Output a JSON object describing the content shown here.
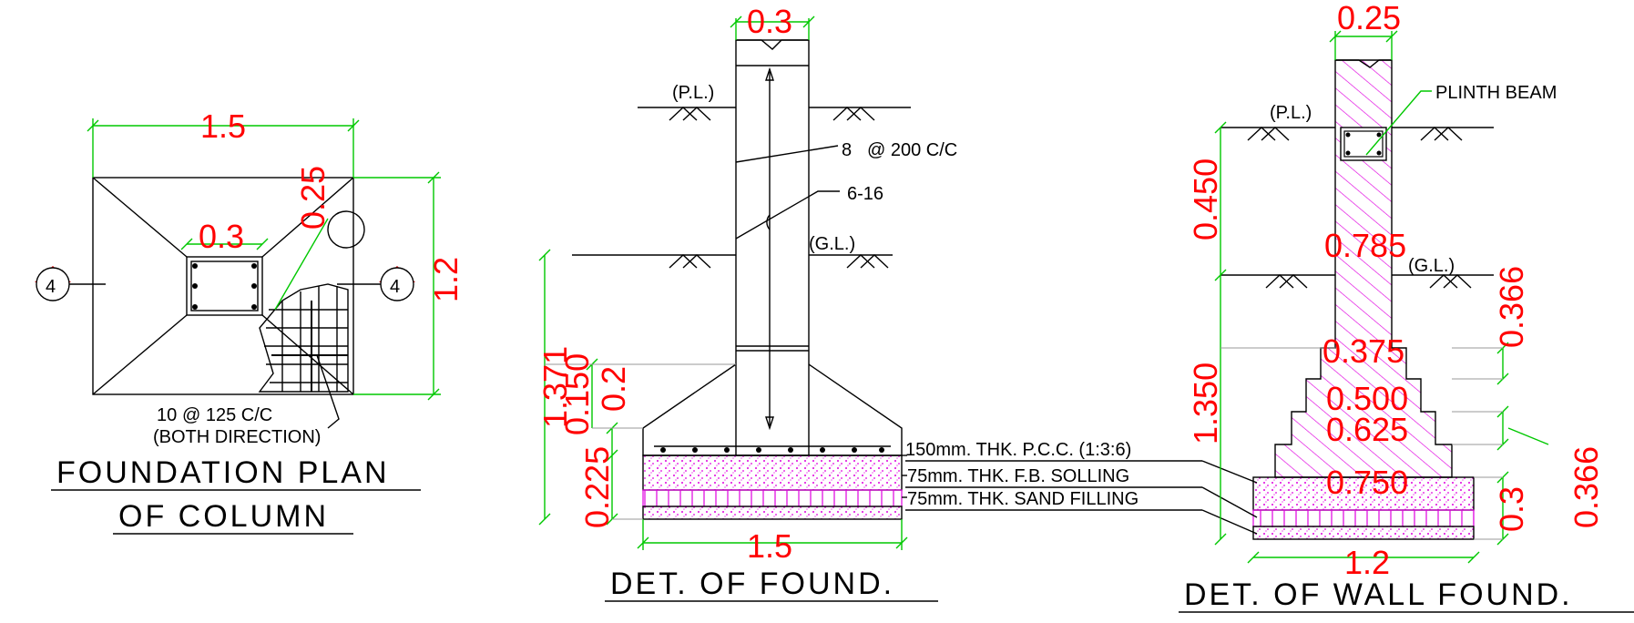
{
  "colors": {
    "dimension_text": "#ff0000",
    "dimension_line": "#00c800",
    "hatch": "#e000e0",
    "line": "#000000",
    "section_marker": "#e00000"
  },
  "plan": {
    "dims": {
      "width": "1.5",
      "height": "1.2",
      "column": "0.3",
      "offset": "0.25"
    },
    "section_marker": "4",
    "note_line1": "10",
    "note_line1b": "@ 125 C/C",
    "note_line2": "(BOTH DIRECTION)",
    "title_line1": "FOUNDATION PLAN",
    "title_line2": "OF COLUMN"
  },
  "column_detail": {
    "dims": {
      "column": "0.3",
      "total": "1.371",
      "d1": "0.150",
      "d2": "0.2",
      "d3": "0.225",
      "base": "1.5"
    },
    "pl": "(P.L.)",
    "gl": "(G.L.)",
    "stirrup": "8",
    "stirrup_spacing": "@ 200 C/C",
    "main_bars": "6-16",
    "layers": [
      "150mm. THK. P.C.C. (1:3:6)",
      "75mm. THK. F.B. SOLLING",
      "75mm. THK. SAND FILLING"
    ],
    "title": "DET. OF FOUND."
  },
  "wall_detail": {
    "dims": {
      "top": "0.25",
      "above_gl": "0.450",
      "wall": "0.785",
      "right": "0.366",
      "below_gl": "1.350",
      "step1": "0.375",
      "step2": "0.500",
      "step3": "0.625",
      "step4": "0.750",
      "pcc": "0.3",
      "right2": "0.366",
      "base": "1.2"
    },
    "plinth_beam": "PLINTH BEAM",
    "pl": "(P.L.)",
    "gl": "(G.L.)",
    "title": "DET. OF WALL FOUND."
  }
}
